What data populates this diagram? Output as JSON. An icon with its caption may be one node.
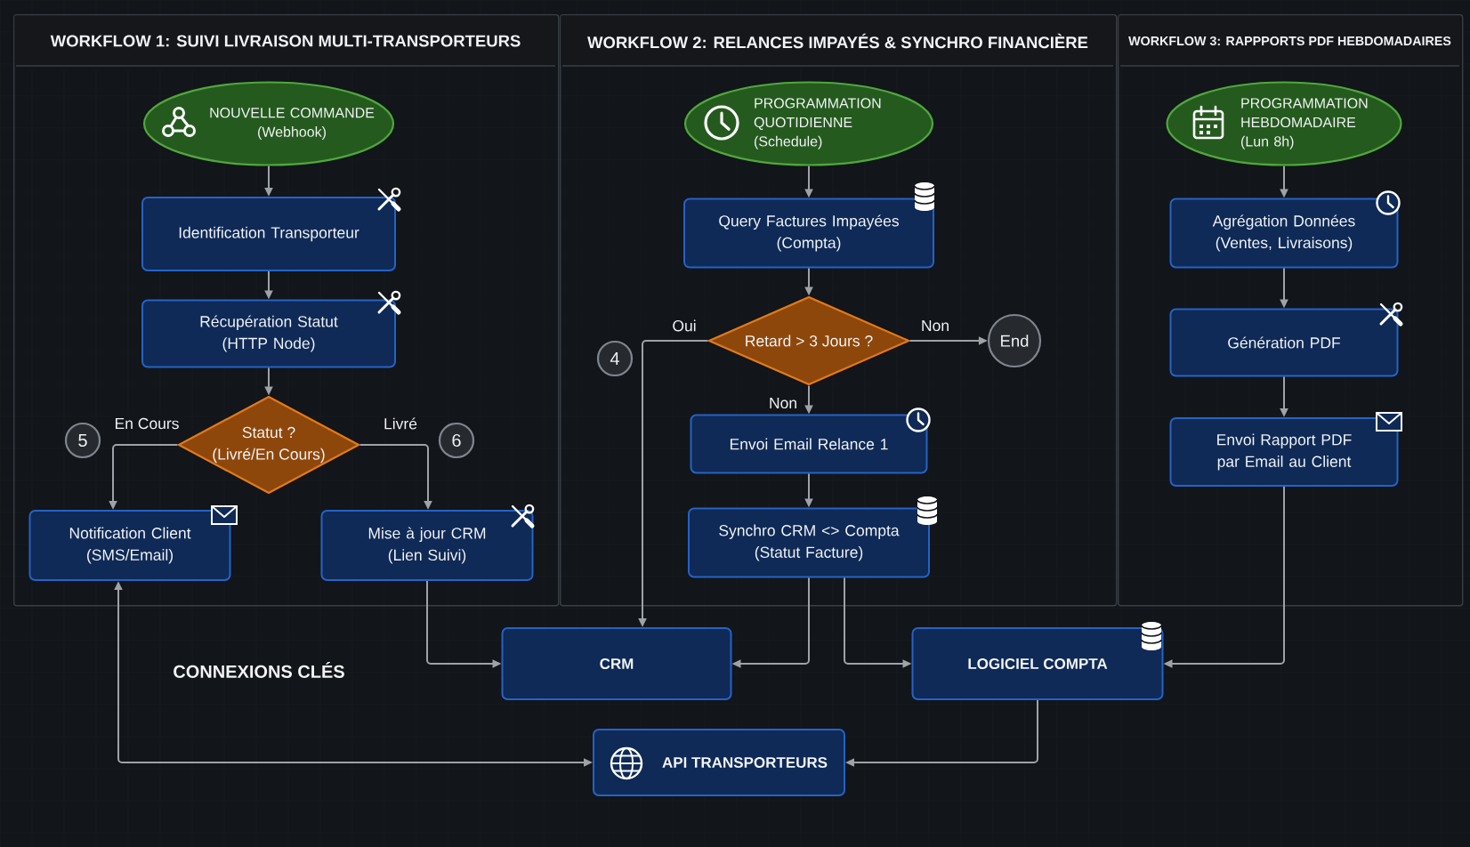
{
  "diagram": {
    "nodes": [
      {
        "text": [
          "WORKFLOW 1: SUIVI LIVRAISON MULTI-TRANSPORTEURS"
        ]
      },
      {
        "text": [
          "NOUVELLE COMMANDE",
          "(Webhook)"
        ],
        "in": 0
      },
      {
        "text": [
          "Identification Transporteur"
        ],
        "in": 0
      },
      {
        "text": [
          "Récupération Statut",
          "(HTTP Node)"
        ],
        "in": 0
      },
      {
        "text": [
          "Statut ?",
          "(Livré/En Cours)"
        ],
        "in": 0
      },
      {
        "text": [
          "5"
        ],
        "in": 0
      },
      {
        "text": [
          "6"
        ],
        "in": 0
      },
      {
        "text": [
          "Notification Client",
          "(SMS/Email)"
        ],
        "in": 0
      },
      {
        "text": [
          "Mise à jour CRM",
          "(Lien Suivi)"
        ],
        "in": 0
      },
      {
        "text": [
          "WORKFLOW 2: RELANCES IMPAYÉS & SYNCHRO FINANCIÈRE"
        ]
      },
      {
        "text": [
          "PROGRAMMATION QUOTIDIENNE",
          "(Schedule)"
        ],
        "in": 9
      },
      {
        "text": [
          "Query Factures Impayées",
          "(Compta)"
        ],
        "in": 9
      },
      {
        "text": [
          "Retard > 3 Jours ?"
        ],
        "in": 9
      },
      {
        "text": [
          "4"
        ],
        "in": 9
      },
      {
        "text": [
          "End"
        ],
        "in": 9
      },
      {
        "text": [
          "Envoi Email Relance 1"
        ],
        "in": 9
      },
      {
        "text": [
          "Synchro CRM <> Compta",
          "(Statut Facture)"
        ],
        "in": 9
      },
      {
        "text": [
          "WORKFLOW 3: RAPPPORTS PDF HEBDOMADAIRES"
        ]
      },
      {
        "text": [
          "PROGRAMMATION HEBDOMADAIRE",
          "(Lun 8h)"
        ],
        "in": 17
      },
      {
        "text": [
          "Agrégation Données",
          "(Ventes, Livraisons)"
        ],
        "in": 17
      },
      {
        "text": [
          "Génération PDF"
        ],
        "in": 17
      },
      {
        "text": [
          "Envoi Rapport PDF par Email au Client"
        ],
        "in": 17
      },
      {
        "text": [
          "CRM"
        ]
      },
      {
        "text": [
          "LOGICIEL COMPTA"
        ]
      },
      {
        "text": [
          "API TRANSPORTEURS"
        ]
      }
    ],
    "edges": [
      {
        "from": 1,
        "to": 2,
        "arrow": "to"
      },
      {
        "from": 2,
        "to": 3,
        "arrow": "to"
      },
      {
        "from": 3,
        "to": 4,
        "arrow": "to"
      },
      {
        "from": 4,
        "to": 7,
        "arrow": "to",
        "label": "En Cours"
      },
      {
        "from": 4,
        "to": 8,
        "arrow": "to",
        "label": "Livré"
      },
      {
        "from": 7,
        "to": 24,
        "arrow": "both"
      },
      {
        "from": 8,
        "to": 22,
        "arrow": "to"
      },
      {
        "from": 10,
        "to": 11,
        "arrow": "to"
      },
      {
        "from": 11,
        "to": 12,
        "arrow": "to"
      },
      {
        "from": 12,
        "to": 22,
        "arrow": "to",
        "label": "Oui"
      },
      {
        "from": 12,
        "to": 14,
        "arrow": "to",
        "label": "Non"
      },
      {
        "from": 12,
        "to": 15,
        "arrow": "to",
        "label": "Non"
      },
      {
        "from": 15,
        "to": 16,
        "arrow": "to"
      },
      {
        "from": 16,
        "to": 22,
        "arrow": "to"
      },
      {
        "from": 16,
        "to": 23,
        "arrow": "to"
      },
      {
        "from": 18,
        "to": 19,
        "arrow": "to"
      },
      {
        "from": 19,
        "to": 20,
        "arrow": "to"
      },
      {
        "from": 20,
        "to": 21,
        "arrow": "to"
      },
      {
        "from": 21,
        "to": 23,
        "arrow": "to"
      },
      {
        "from": 23,
        "to": 24,
        "arrow": "to"
      }
    ],
    "labels": [
      "CONNEXIONS CLÉS"
    ]
  }
}
